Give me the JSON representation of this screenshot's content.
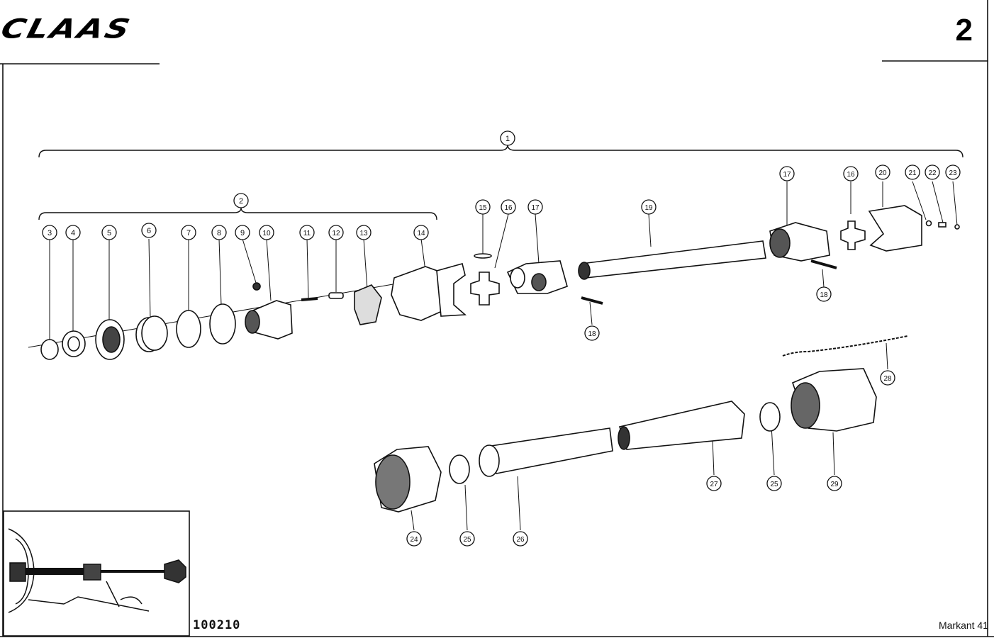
{
  "header": {
    "brand": "CLAAS",
    "page_number": "2"
  },
  "footer": {
    "drawing_number": "100210",
    "model": "Markant 41"
  },
  "callouts": [
    "1",
    "2",
    "3",
    "4",
    "5",
    "6",
    "7",
    "8",
    "9",
    "10",
    "11",
    "12",
    "13",
    "14",
    "15",
    "16",
    "17",
    "19",
    "16",
    "17",
    "20",
    "21",
    "22",
    "23",
    "18",
    "18",
    "28",
    "27",
    "25",
    "29",
    "24",
    "25",
    "26"
  ],
  "colors": {
    "ink": "#111111",
    "paper": "#ffffff"
  }
}
